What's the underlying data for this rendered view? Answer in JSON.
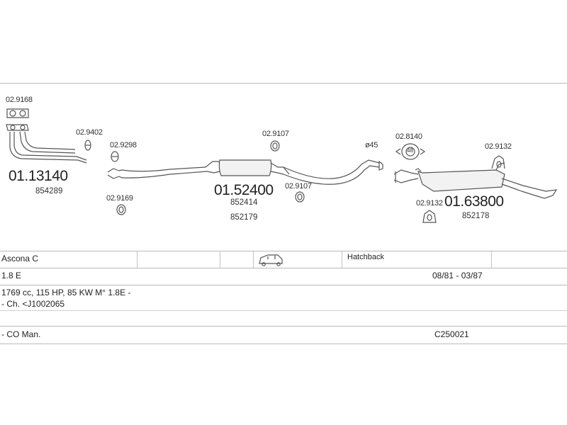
{
  "parts": {
    "flange_gasket": "02.9168",
    "front_pipe": {
      "code": "01.13140",
      "oe": "854289"
    },
    "clamp_a": "02.9402",
    "clamp_b": "02.9298",
    "ring_a": "02.9169",
    "rubber_mount_a": "02.9107",
    "center_silencer": {
      "code": "01.52400",
      "oe": [
        "852414",
        "852179"
      ]
    },
    "rubber_mount_b": "02.9107",
    "diameter": "ø45",
    "bracket": "02.8140",
    "bracket_size": "48",
    "mount_c": "02.9132",
    "rear_silencer": {
      "code": "01.63800",
      "oe": "852178"
    },
    "mount_d": "02.9132"
  },
  "vehicle": {
    "model": "Ascona C",
    "body": "Hatchback",
    "engine": "1.8 E",
    "period": "08/81 - 03/87",
    "spec": "1769 cc, 115 HP, 85 KW M° 1.8E -",
    "chassis": "- Ch. <J1002065",
    "note": "- CO Man.",
    "catalog_code": "C250021"
  }
}
